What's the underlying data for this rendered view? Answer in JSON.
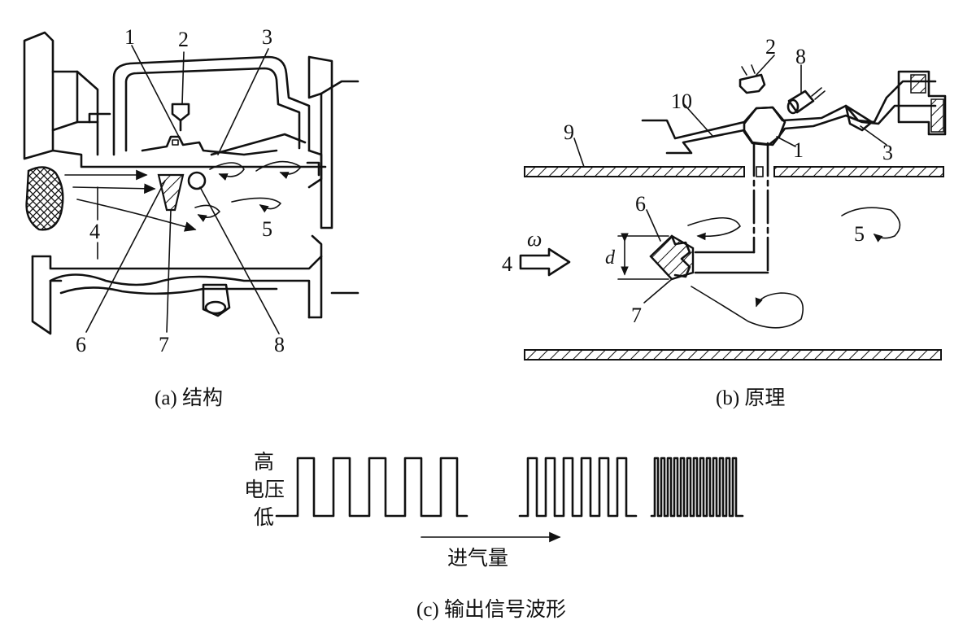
{
  "panel_a": {
    "caption": "(a) 结构",
    "labels": {
      "n1": "1",
      "n2": "2",
      "n3": "3",
      "n4": "4",
      "n5": "5",
      "n6": "6",
      "n7": "7",
      "n8": "8"
    }
  },
  "panel_b": {
    "caption": "(b) 原理",
    "labels": {
      "n1": "1",
      "n2": "2",
      "n3": "3",
      "n4": "4",
      "n5": "5",
      "n6": "6",
      "n7": "7",
      "n8": "8",
      "n9": "9",
      "n10": "10"
    },
    "omega": "ω",
    "d": "d"
  },
  "panel_c": {
    "caption": "(c) 输出信号波形",
    "y_high": "高",
    "y_mid": "电压",
    "y_low": "低",
    "x_arrow_label": "进气量"
  }
}
